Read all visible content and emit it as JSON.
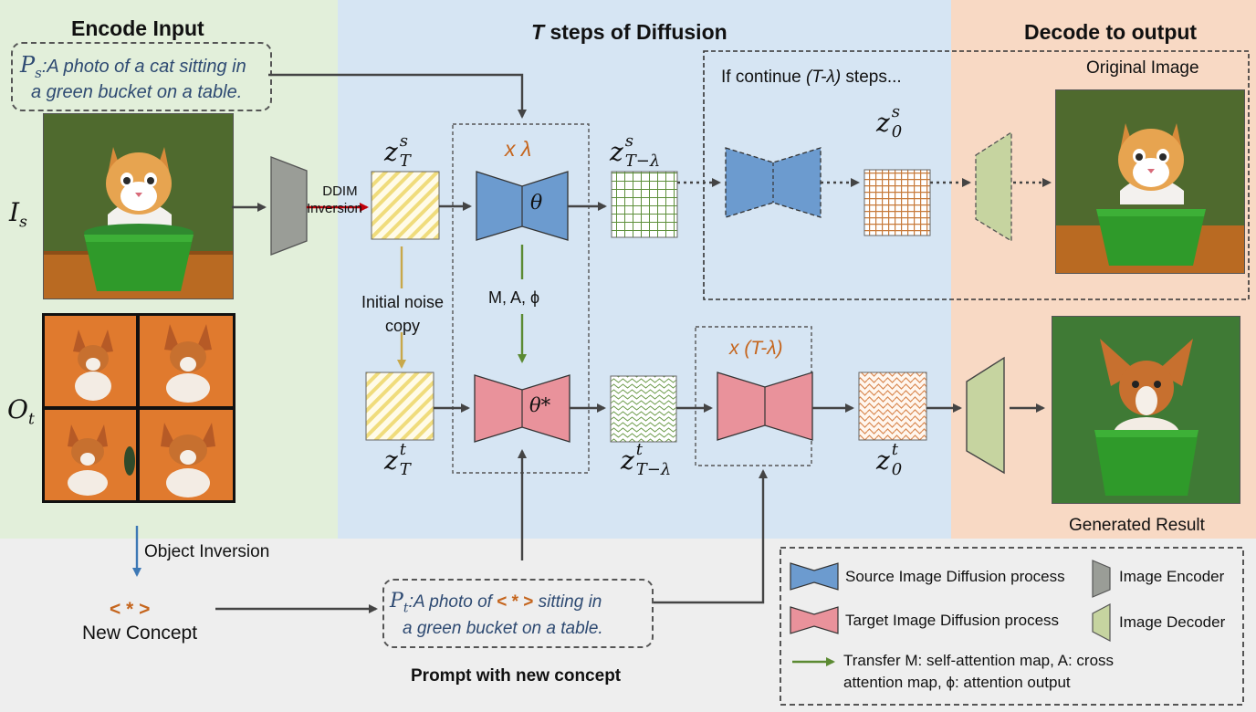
{
  "sections": {
    "encode_title": "Encode Input",
    "diffusion_title_var": "T",
    "diffusion_title_rest": " steps of Diffusion",
    "decode_title": "Decode to output"
  },
  "prompts": {
    "source_symbol": "P",
    "source_sub": "s",
    "source_line1": "A photo of a cat sitting in",
    "source_line2": "a green bucket on a table.",
    "target_symbol": "P",
    "target_sub": "t",
    "target_line1_pre": "A photo of ",
    "target_token": "< * >",
    "target_line1_post": " sitting in",
    "target_line2": "a green bucket on a table.",
    "caption": "Prompt with new concept"
  },
  "inputs": {
    "source_symbol": "I",
    "source_sub": "s",
    "target_symbol": "O",
    "target_sub": "t"
  },
  "labels": {
    "ddim_line1": "DDIM",
    "ddim_line2": "Inversion",
    "init_noise_line1": "Initial noise",
    "init_noise_line2": "copy",
    "transfer": "M, A, ϕ",
    "x_lambda": "x λ",
    "x_T_lambda": "x (T-λ)",
    "theta": "θ",
    "theta_star": "θ*",
    "if_continue_pre": "If continue ",
    "if_continue_mid": "(T-λ)",
    "if_continue_post": " steps...",
    "original_image": "Original Image",
    "generated_result": "Generated Result",
    "object_inversion": "Object Inversion",
    "new_concept_token": "< * >",
    "new_concept": "New Concept"
  },
  "latents": {
    "zsT": {
      "base": "z",
      "sup": "s",
      "sub": "T"
    },
    "zsTl": {
      "base": "z",
      "sup": "s",
      "sub": "T−λ"
    },
    "zs0": {
      "base": "z",
      "sup": "s",
      "sub": "0"
    },
    "ztT": {
      "base": "z",
      "sup": "t",
      "sub": "T"
    },
    "ztTl": {
      "base": "z",
      "sup": "t",
      "sub": "T−λ"
    },
    "zt0": {
      "base": "z",
      "sup": "t",
      "sub": "0"
    }
  },
  "legend": {
    "source_process": "Source Image Diffusion process",
    "target_process": "Target Image Diffusion process",
    "encoder": "Image Encoder",
    "decoder": "Image Decoder",
    "transfer_line1": "Transfer M: self-attention map, A: cross",
    "transfer_line2": "attention map, ϕ: attention output"
  },
  "colors": {
    "encode_bg": "#e2efda",
    "diffusion_bg": "#d6e5f3",
    "decode_bg": "#f8d9c4",
    "bottom_bg": "#eeeeee",
    "source_unet": "#6c9bcf",
    "target_unet": "#e9929b",
    "encoder": "#9a9d97",
    "decoder": "#c6d4a0",
    "ddim_arrow": "#c0000a",
    "noise_arrow": "#c8a84a",
    "transfer_arrow": "#5b8a32",
    "inversion_arrow": "#3d78b5",
    "accent_orange": "#c5651d",
    "prompt_text": "#2e4a72"
  }
}
